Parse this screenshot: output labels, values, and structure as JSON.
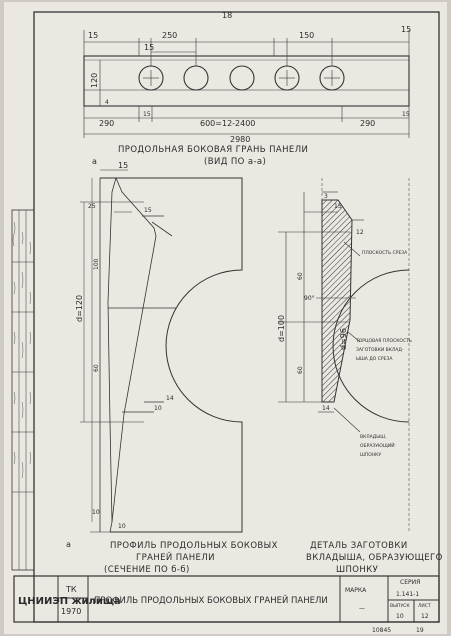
{
  "sheet_number_top": "18",
  "top_view": {
    "dims_top": [
      "15",
      "250",
      "15",
      "150",
      "15"
    ],
    "dims_left": [
      "120",
      "4"
    ],
    "dims_bottom": [
      "290",
      "15",
      "600=12-2400",
      "290",
      "15"
    ],
    "total": "2980",
    "caption_line1": "ПРОДОЛЬНАЯ БОКОВАЯ ГРАНЬ ПАНЕЛИ",
    "caption_line2": "(ВИД ПО а-а)"
  },
  "left_profile": {
    "label_a": "a",
    "label_a_bottom": "a",
    "dims": [
      "15",
      "25",
      "15",
      "100",
      "d=120",
      "60",
      "10",
      "14",
      "10",
      "10"
    ],
    "caption_line1": "ПРОФИЛЬ ПРОДОЛЬНЫХ БОКОВЫХ",
    "caption_line2": "ГРАНЕЙ ПАНЕЛИ",
    "caption_line3": "(СЕЧЕНИЕ ПО б-б)"
  },
  "right_detail": {
    "dims": [
      "3",
      "15",
      "12",
      "60",
      "d=100",
      "d=96",
      "60",
      "14"
    ],
    "angle": "90°",
    "label_cut_plane": "ПЛОСКОСТЬ СРЕЗА",
    "label_end_plane_line1": "ТОРЦОВАЯ ПЛОСКОСТЬ",
    "label_end_plane_line2": "ЗАГОТОВКИ ВКЛАД-",
    "label_end_plane_line3": "ЫША ДО СРЕЗА",
    "label_insert_line1": "ВКЛАДЫШ,",
    "label_insert_line2": "ОБРАЗУЮЩИЙ",
    "label_insert_line3": "ШПОНКУ",
    "caption_line1": "ДЕТАЛЬ ЗАГОТОВКИ",
    "caption_line2": "ВКЛАДЫША, ОБРАЗУЮЩЕГО",
    "caption_line3": "ШПОНКУ"
  },
  "title_block": {
    "org": "ЦНИИЭП жилища",
    "tk": "ТК",
    "year": "1970",
    "title": "ПРОФИЛЬ ПРОДОЛЬНЫХ БОКОВЫХ ГРАНЕЙ ПАНЕЛИ",
    "marka_label": "МАРКА",
    "marka_value": "—",
    "seriya_label": "СЕРИЯ",
    "seriya_value": "1.141-1",
    "vypusk_label": "ВЫПУСК",
    "vypusk_value": "10",
    "list_label": "ЛИСТ",
    "list_value": "12"
  },
  "footer": {
    "inventory": "10845",
    "page": "19"
  }
}
